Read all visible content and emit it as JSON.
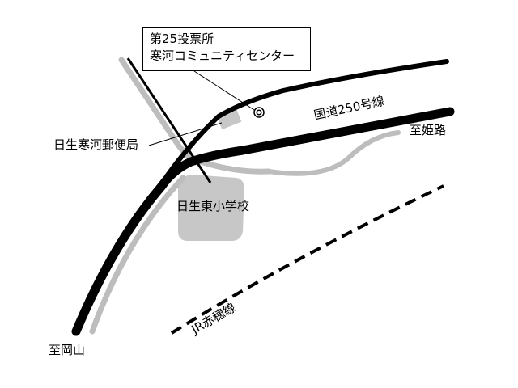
{
  "colors": {
    "major_road": "#000000",
    "minor_road": "#bdbdbd",
    "building": "#c7c7c7",
    "rail": "#000000",
    "background": "#ffffff"
  },
  "callout": {
    "line1": "第25投票所",
    "line2": "寒河コミュニティセンター",
    "marker_icon": "double-circle-icon"
  },
  "labels": {
    "post_office": "日生寒河郵便局",
    "school": "日生東小学校",
    "route": "国道250号線",
    "to_himeji": "至姫路",
    "to_okayama": "至岡山",
    "rail_line": "JR赤穂線"
  }
}
